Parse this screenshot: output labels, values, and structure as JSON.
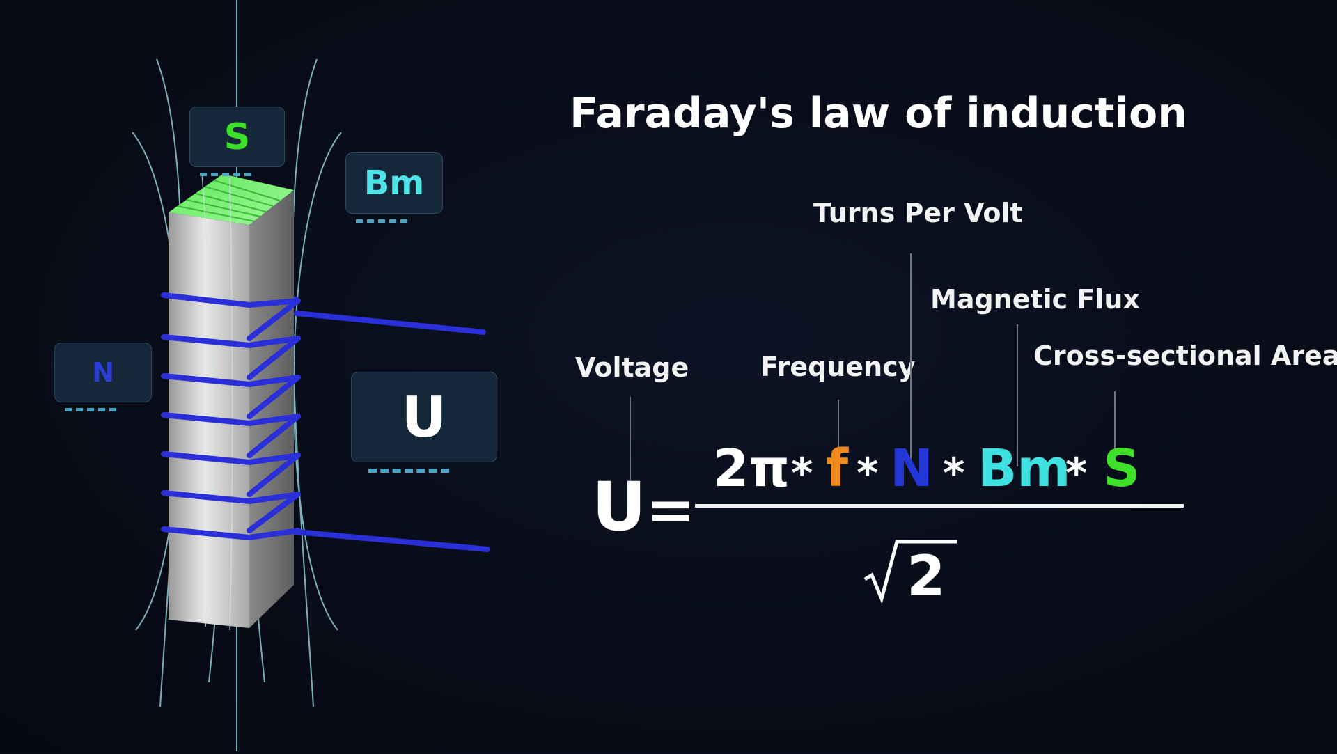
{
  "title": "Faraday's law of induction",
  "labels": {
    "turns_per_volt": "Turns Per Volt",
    "magnetic_flux": "Magnetic Flux",
    "cross_sectional_area": "Cross-sectional Area",
    "voltage": "Voltage",
    "frequency": "Frequency"
  },
  "formula": {
    "lhs": "U",
    "equals": "=",
    "two_pi": "2π",
    "multiply": "*",
    "f": "f",
    "n": "N",
    "bm": "Bm",
    "s": "S",
    "denominator": "2"
  },
  "tags": {
    "s": "S",
    "bm": "Bm",
    "n": "N",
    "u": "U"
  },
  "colors": {
    "f": "#f08a1e",
    "n": "#2336d6",
    "bm": "#3fe0e0",
    "s": "#3ee02a",
    "coil": "#2a2fd8",
    "field_lines": "#8ecfd6"
  }
}
